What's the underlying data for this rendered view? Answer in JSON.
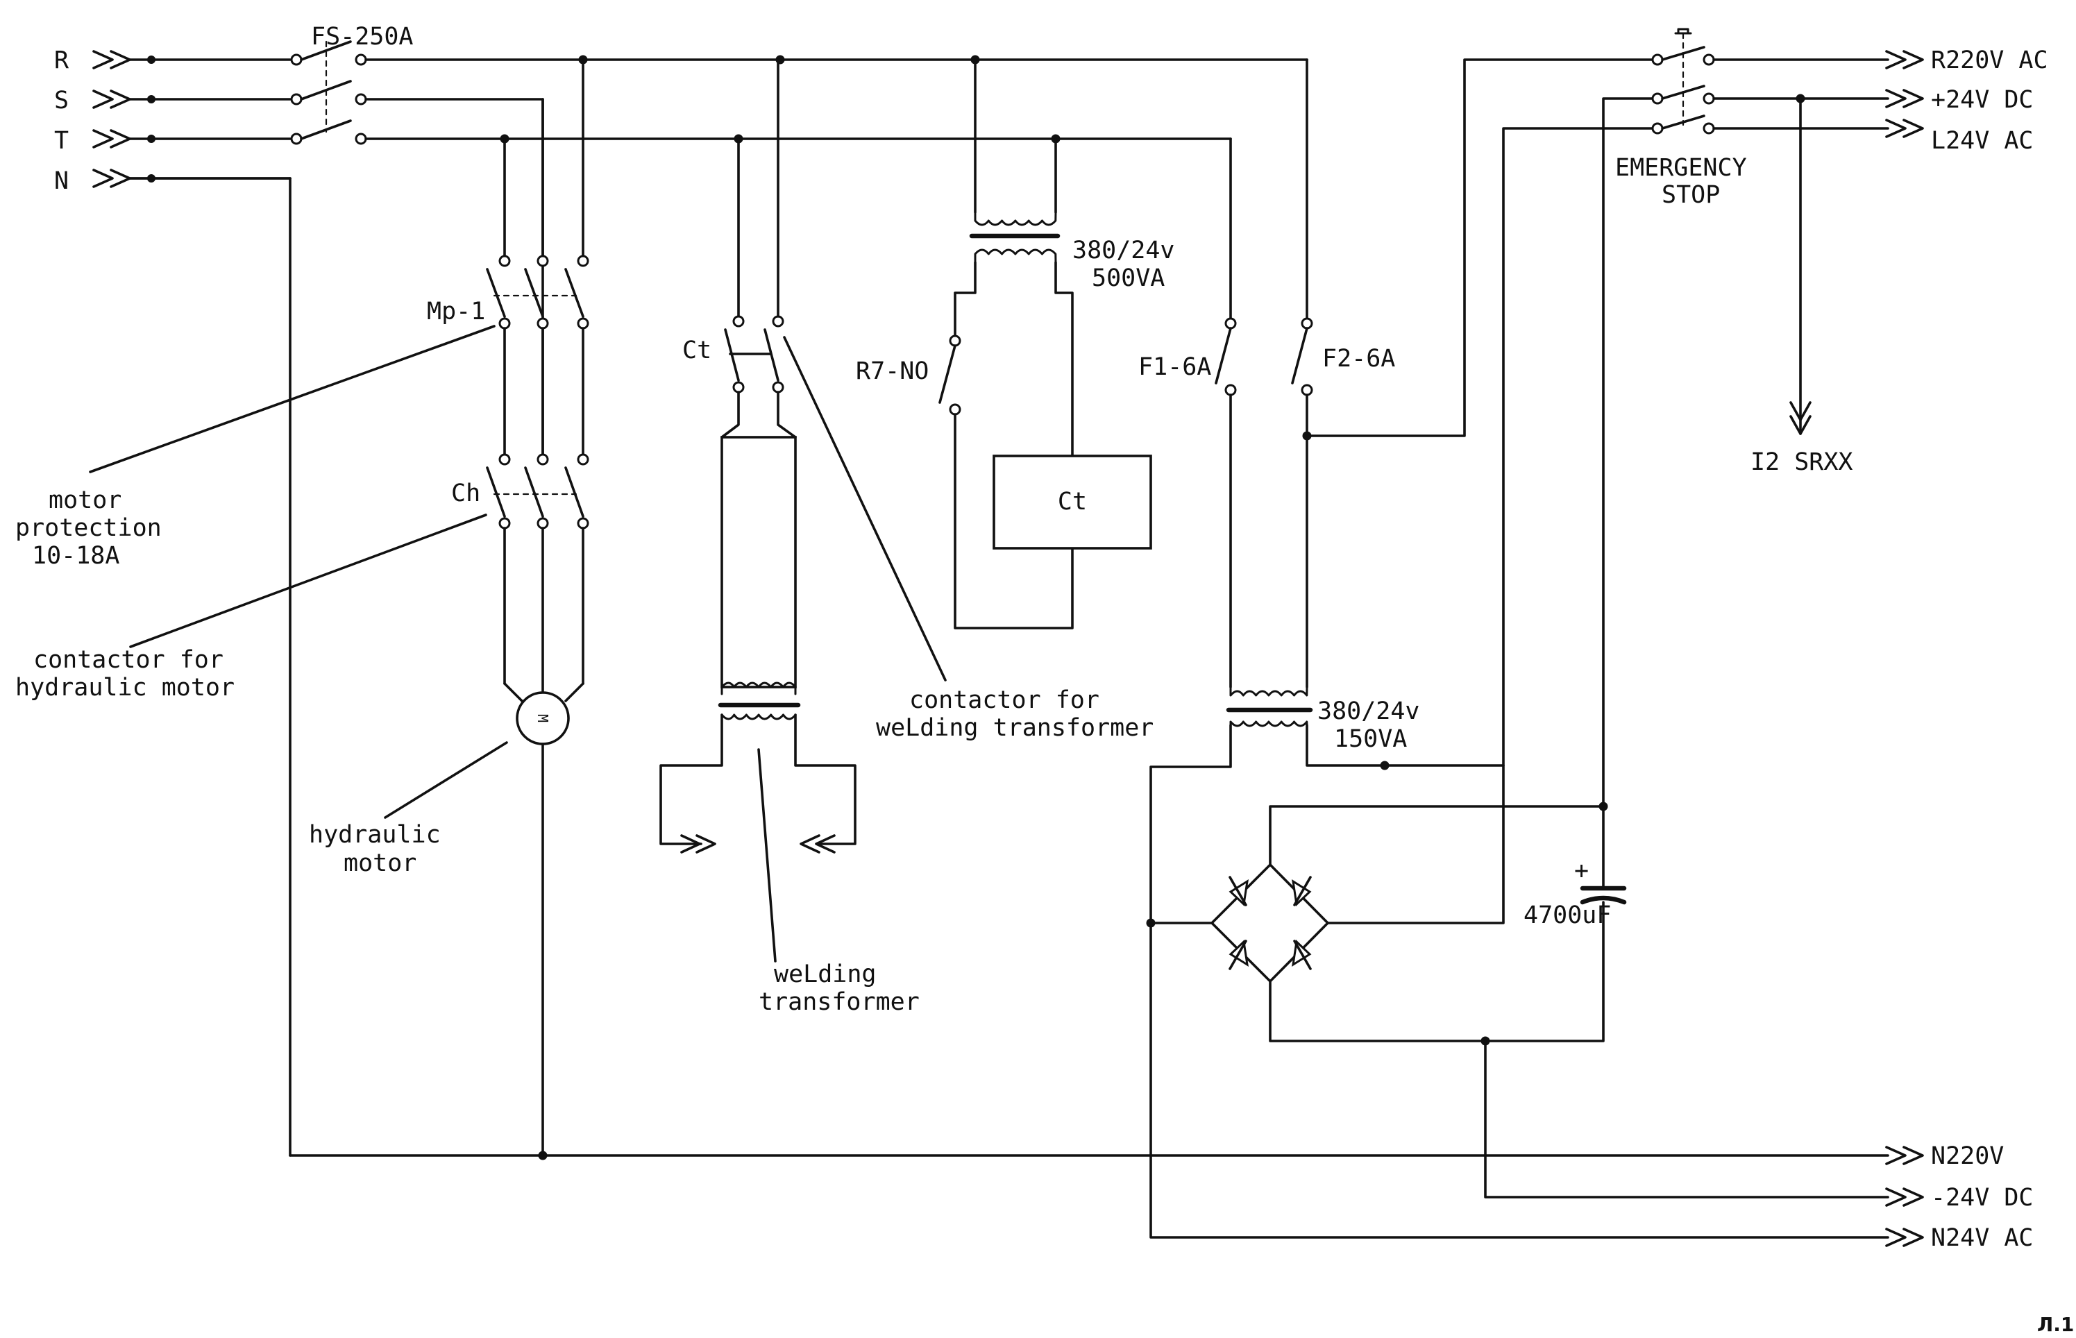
{
  "labels": {
    "phase_r": "R",
    "phase_s": "S",
    "phase_t": "T",
    "phase_n": "N",
    "main_fuse": "FS-250A",
    "motor_protection_ref": "Mp-1",
    "hydraulic_contactor_ref": "Ch",
    "welding_contactor_ref": "Ct",
    "relay_contact_ref": "R7-NO",
    "contactor_coil_ref": "Ct",
    "transformer_1_ratio": "380/24v",
    "transformer_1_power": "500VA",
    "transformer_2_ratio": "380/24v",
    "transformer_2_power": "150VA",
    "fuse_1": "F1-6A",
    "fuse_2": "F2-6A",
    "capacitor": "4700uF",
    "capacitor_polarity": "+",
    "motor_symbol": "M",
    "emergency_stop_line1": "EMERGENCY",
    "emergency_stop_line2": "STOP",
    "out_r220": "R220V AC",
    "out_plus24dc": "+24V DC",
    "out_l24ac": "L24V AC",
    "out_i2": "I2 SRXX",
    "out_n220": "N220V",
    "out_minus24dc": "-24V DC",
    "out_n24ac": "N24V AC",
    "callout_motor_protection_l1": "motor",
    "callout_motor_protection_l2": "protection",
    "callout_motor_protection_l3": "10-18A",
    "callout_hydraulic_contactor_l1": "contactor for",
    "callout_hydraulic_contactor_l2": "hydraulic motor",
    "callout_hydraulic_motor_l1": "hydraulic",
    "callout_hydraulic_motor_l2": "motor",
    "callout_welding_contactor_l1": "contactor for",
    "callout_welding_contactor_l2": "weLding transformer",
    "callout_welding_transformer_l1": "weLding",
    "callout_welding_transformer_l2": "transformer",
    "sheet_number": "Л.1"
  }
}
